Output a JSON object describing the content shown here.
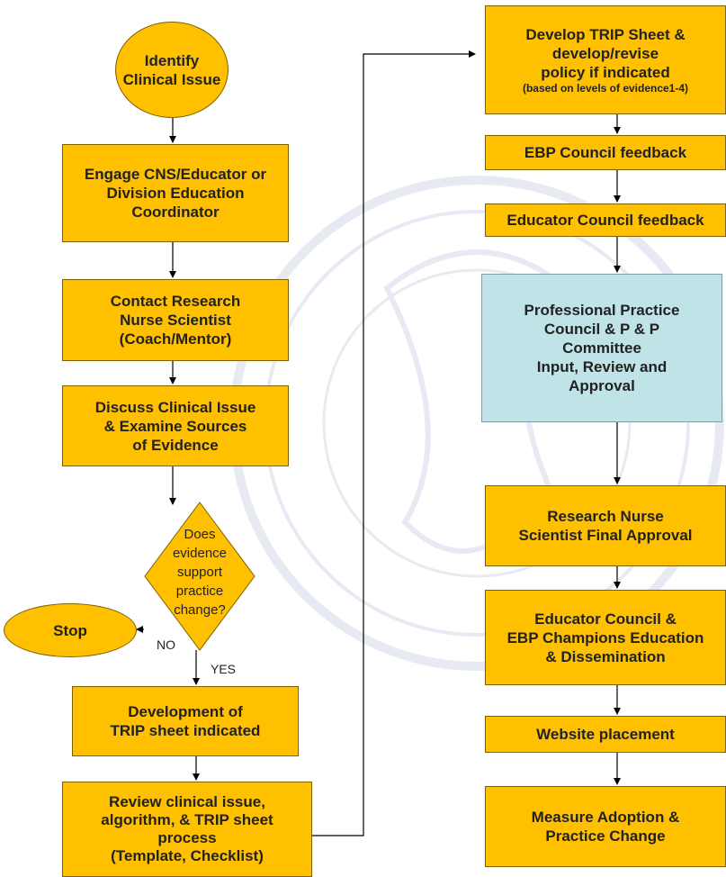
{
  "nodes": {
    "identify": "Identify\nClinical Issue",
    "engage": "Engage CNS/Educator or\nDivision Education\nCoordinator",
    "contact": "Contact Research\nNurse Scientist\n(Coach/Mentor)",
    "discuss": "Discuss Clinical Issue\n& Examine Sources\nof Evidence",
    "decision": "Does\nevidence\nsupport\npractice\nchange?",
    "stop": "Stop",
    "development": "Development of\nTRIP sheet indicated",
    "review": "Review clinical issue,\nalgorithm, & TRIP sheet\nprocess\n(Template, Checklist)",
    "develop_trip": "Develop TRIP Sheet &\ndevelop/revise\npolicy if indicated",
    "develop_trip_note": "(based on levels of evidence1-4)",
    "ebp_feedback": "EBP Council feedback",
    "educator_feedback": "Educator Council feedback",
    "professional": "Professional Practice\nCouncil & P & P\nCommittee\nInput, Review and\nApproval",
    "research_final": "Research Nurse\nScientist Final Approval",
    "educator_council": "Educator Council &\nEBP Champions Education\n& Dissemination",
    "website": "Website placement",
    "measure": "Measure Adoption &\nPractice Change"
  },
  "labels": {
    "no": "NO",
    "yes": "YES"
  },
  "colors": {
    "box": "#ffc000",
    "box_border": "#7f6000",
    "highlight_box": "#bfe3e6",
    "line": "#000000"
  }
}
